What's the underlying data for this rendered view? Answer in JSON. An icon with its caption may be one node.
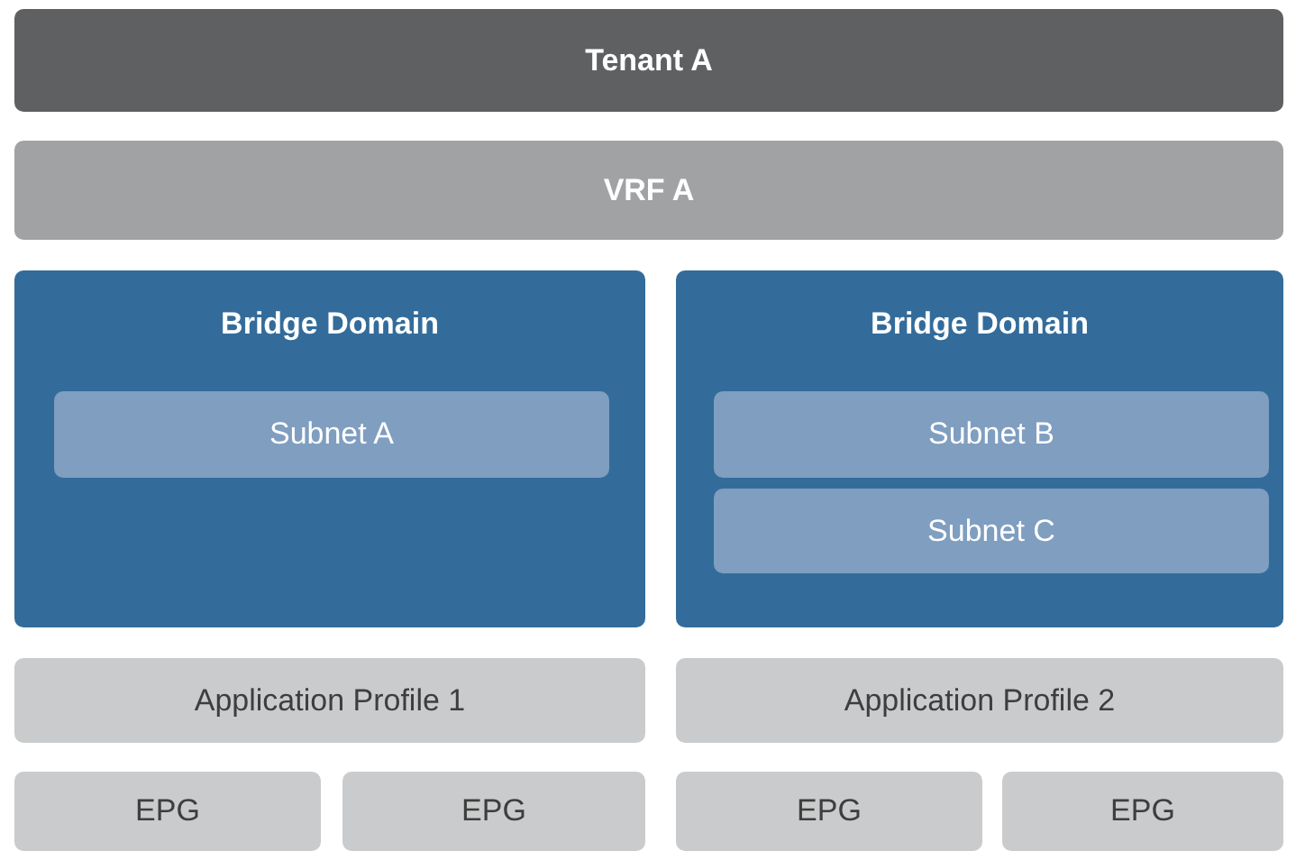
{
  "diagram": {
    "nodes": [
      {
        "text": [
          "Tenant A"
        ]
      },
      {
        "text": [
          "VRF A"
        ]
      },
      {
        "text": [
          "Bridge Domain"
        ]
      },
      {
        "text": [
          "Subnet A"
        ],
        "in": 2
      },
      {
        "text": [
          "Bridge Domain"
        ]
      },
      {
        "text": [
          "Subnet B"
        ],
        "in": 4
      },
      {
        "text": [
          "Subnet C"
        ],
        "in": 4
      },
      {
        "text": [
          "Application Profile 1"
        ]
      },
      {
        "text": [
          "Application Profile 2"
        ]
      },
      {
        "text": [
          "EPG"
        ]
      },
      {
        "text": [
          "EPG"
        ]
      },
      {
        "text": [
          "EPG"
        ]
      },
      {
        "text": [
          "EPG"
        ]
      }
    ],
    "edges": []
  }
}
